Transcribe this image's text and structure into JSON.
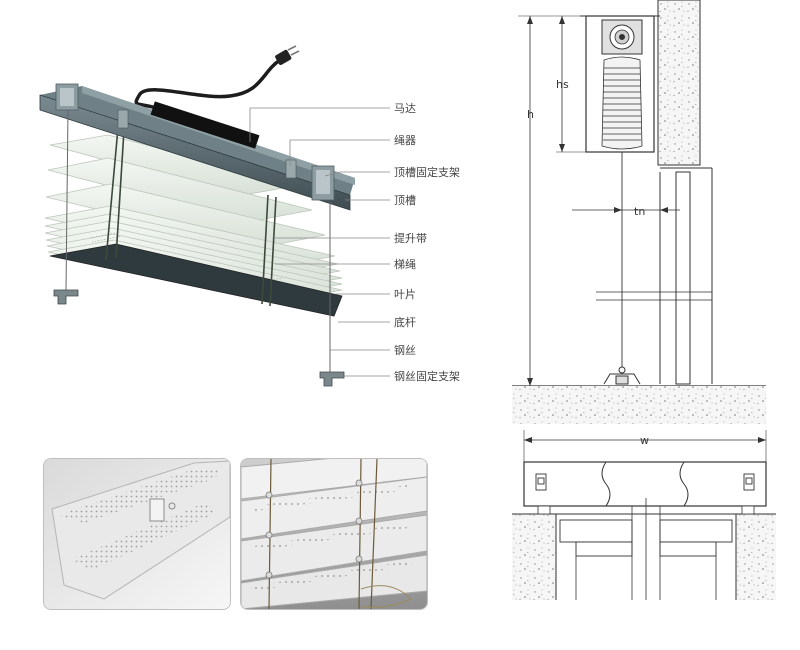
{
  "labels": {
    "motor": "马达",
    "cord_device": "绳器",
    "headrail_bracket": "顶槽固定支架",
    "headrail": "顶槽",
    "lift_tape": "提升带",
    "ladder_cord": "梯绳",
    "slat": "叶片",
    "bottom_rail": "底杆",
    "wire": "钢丝",
    "wire_bracket": "钢丝固定支架"
  },
  "dimensions": {
    "height": "h",
    "head_height": "hs",
    "gap": "tn",
    "width": "w"
  },
  "colors": {
    "headrail": "#5d6e74",
    "headrail_dark": "#3e4c51",
    "slat": "#e6ede5",
    "slat_edge": "#b9c3b8",
    "leader": "#888888",
    "line": "#333333",
    "concrete": "#f4f4f4"
  }
}
